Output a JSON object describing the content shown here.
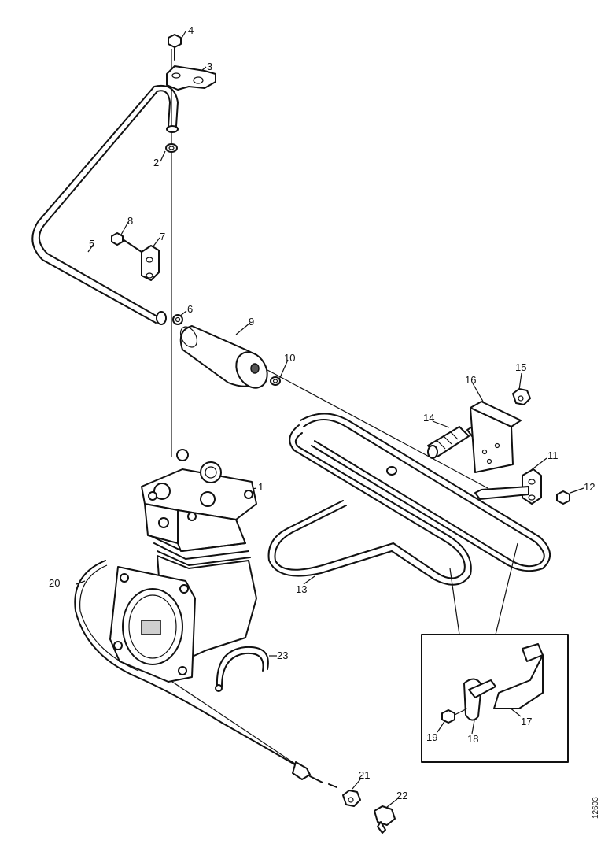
{
  "diagram": {
    "callouts": [
      "1",
      "2",
      "3",
      "4",
      "5",
      "6",
      "7",
      "8",
      "9",
      "10",
      "11",
      "12",
      "13",
      "14",
      "15",
      "16",
      "17",
      "18",
      "19",
      "20",
      "21",
      "22",
      "23"
    ],
    "document_id": "12603"
  },
  "colors": {
    "line": "#111111",
    "background": "#ffffff",
    "shade": "#cfcfcf"
  }
}
